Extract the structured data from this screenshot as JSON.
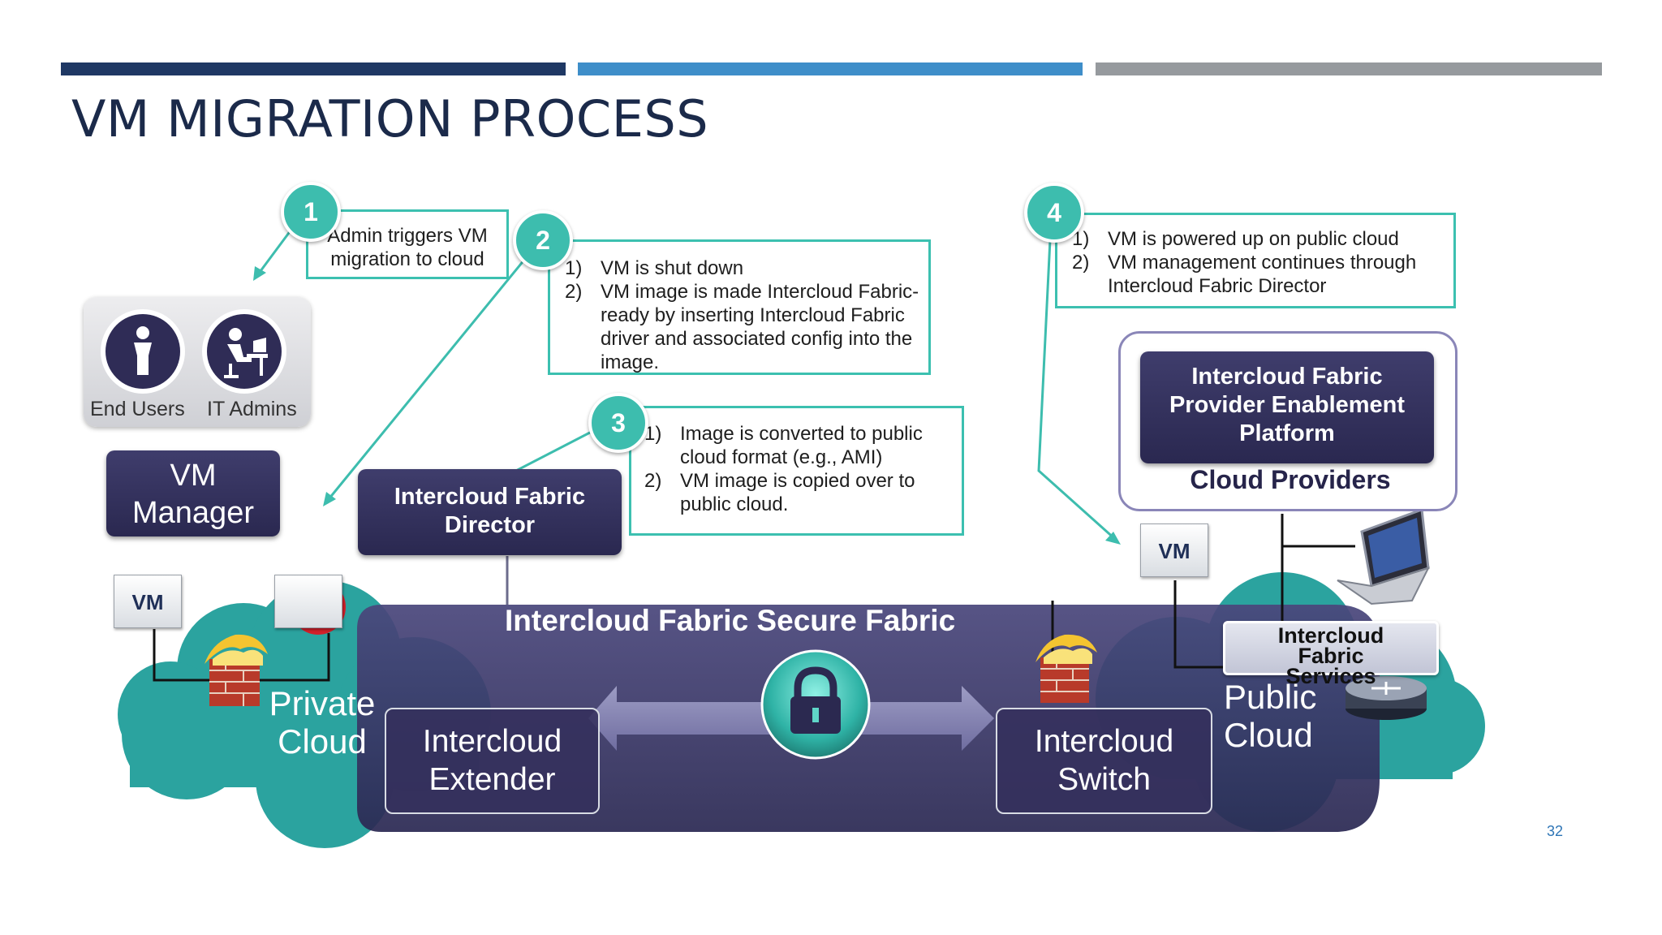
{
  "slide": {
    "title": "VM MIGRATION PROCESS",
    "page_number": "32",
    "bar_colors": [
      "#1f3864",
      "#3e8ec9",
      "#969a9e"
    ]
  },
  "actors": {
    "end_users": "End Users",
    "it_admins": "IT Admins"
  },
  "vm_manager": "VM Manager",
  "steps": [
    {
      "number": "1",
      "lines": [
        "Admin triggers VM",
        "migration to cloud"
      ]
    },
    {
      "number": "2",
      "items": [
        {
          "n": "1)",
          "text": "VM is shut down"
        },
        {
          "n": "2)",
          "text": "VM image is made Intercloud Fabric-ready by inserting Intercloud Fabric driver and associated config into the image."
        }
      ]
    },
    {
      "number": "3",
      "items": [
        {
          "n": "1)",
          "text": "Image is converted to public cloud format (e.g., AMI)"
        },
        {
          "n": "2)",
          "text": "VM image is copied over to public cloud."
        }
      ]
    },
    {
      "number": "4",
      "items": [
        {
          "n": "1)",
          "text": "VM is powered up on public cloud"
        },
        {
          "n": "2)",
          "text": "VM management continues through Intercloud Fabric Director"
        }
      ]
    }
  ],
  "director": "Intercloud Fabric Director",
  "provider_platform": "Intercloud Fabric Provider Enablement Platform",
  "cloud_providers": "Cloud Providers",
  "vm_label": "VM",
  "secure_fabric": "Intercloud Fabric Secure Fabric",
  "private_cloud": "Private Cloud",
  "public_cloud": "Public Cloud",
  "extender": "Intercloud Extender",
  "switch": "Intercloud Switch",
  "fabric_services": "Intercloud Fabric Services",
  "colors": {
    "accent_teal": "#3dbdae",
    "dark_purple": "#2e2c56",
    "cloud_teal": "#2aa3a0"
  }
}
